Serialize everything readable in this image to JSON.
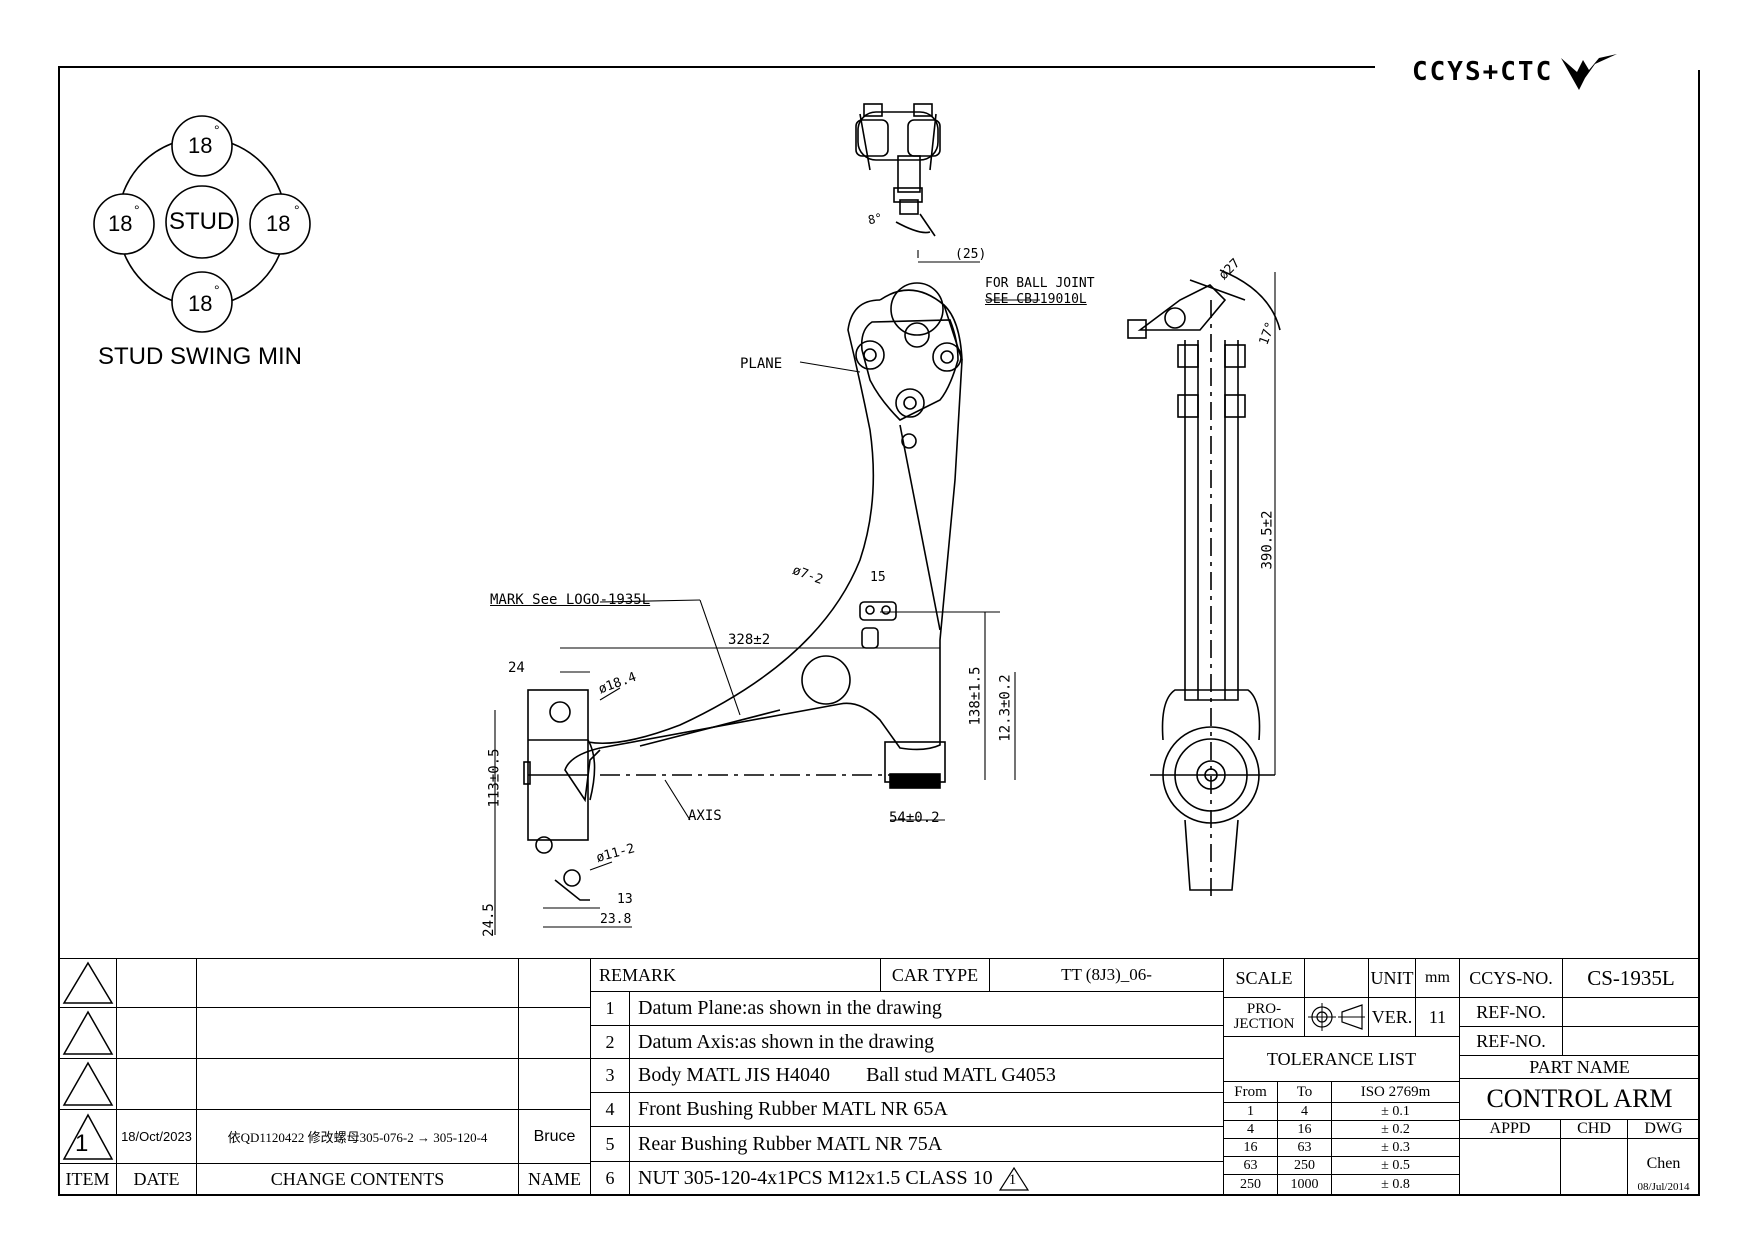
{
  "logo": {
    "text": "CCYS+CTC",
    "mark": "bird-logo-icon"
  },
  "stud_swing": {
    "title": "STUD SWING MIN",
    "center": "STUD",
    "angles": [
      "18",
      "18",
      "18",
      "18"
    ],
    "degree": "°"
  },
  "annotations": {
    "ball_joint_1": "FOR BALL JOINT",
    "ball_joint_2": "SEE CBJ19010L",
    "plane": "PLANE",
    "mark": "MARK See LOGO-1935L",
    "axis": "AXIS",
    "angle_8": "8°",
    "angle_17": "17°"
  },
  "dimensions": {
    "d25": "(25)",
    "d27": "ø27",
    "d7": "ø7-2",
    "d15": "15",
    "d328": "328±2",
    "d24": "24",
    "d18": "ø18.4",
    "d138": "138±1.5",
    "d12": "12.3±0.2",
    "d113": "113±0.5",
    "d54": "54±0.2",
    "d11": "ø11-2",
    "d13": "13",
    "d24_5": "24.5",
    "d23_8": "23.8",
    "d390": "390.5±2"
  },
  "revision": {
    "rows": [
      {
        "item": "",
        "date": "",
        "contents": "",
        "name": ""
      },
      {
        "item": "",
        "date": "",
        "contents": "",
        "name": ""
      },
      {
        "item": "",
        "date": "",
        "contents": "",
        "name": ""
      },
      {
        "item": "1",
        "date": "18/Oct/2023",
        "contents": "依QD1120422 修改螺母305-076-2 → 305-120-4",
        "name": "Bruce"
      }
    ],
    "headers": {
      "item": "ITEM",
      "date": "DATE",
      "contents": "CHANGE CONTENTS",
      "name": "NAME"
    }
  },
  "remarks": {
    "header": "REMARK",
    "car_type_label": "CAR TYPE",
    "car_type": "TT (8J3)_06-",
    "items": [
      {
        "n": "1",
        "text": "Datum Plane:as shown in the drawing"
      },
      {
        "n": "2",
        "text": "Datum Axis:as shown in the drawing"
      },
      {
        "n": "3",
        "text": "Body MATL JIS H4040",
        "extra": "Ball stud MATL G4053"
      },
      {
        "n": "4",
        "text": "Front  Bushing Rubber MATL NR 65A"
      },
      {
        "n": "5",
        "text": "Rear Bushing Rubber MATL NR 75A"
      },
      {
        "n": "6",
        "text": "NUT 305-120-4x1PCS M12x1.5 CLASS 10",
        "flag": "1"
      }
    ]
  },
  "info": {
    "scale_label": "SCALE",
    "scale": "",
    "unit_label": "UNIT",
    "unit": "mm",
    "projection_label_1": "PRO-",
    "projection_label_2": "JECTION",
    "ver_label": "VER.",
    "ver": "11",
    "tolerance_title": "TOLERANCE LIST",
    "tolerance_headers": [
      "From",
      "To",
      "ISO 2769m"
    ],
    "tolerances": [
      [
        "1",
        "4",
        "± 0.1"
      ],
      [
        "4",
        "16",
        "± 0.2"
      ],
      [
        "16",
        "63",
        "± 0.3"
      ],
      [
        "63",
        "250",
        "± 0.5"
      ],
      [
        "250",
        "1000",
        "± 0.8"
      ]
    ]
  },
  "part": {
    "ccys_label": "CCYS-NO.",
    "ccys_no": "CS-1935L",
    "ref_label": "REF-NO.",
    "ref1": "",
    "ref2": "",
    "part_name_label": "PART NAME",
    "part_name": "CONTROL ARM",
    "appd_label": "APPD",
    "chd_label": "CHD",
    "dwg_label": "DWG",
    "appd": "",
    "chd": "",
    "dwg": "Chen",
    "dwg_date": "08/Jul/2014"
  }
}
